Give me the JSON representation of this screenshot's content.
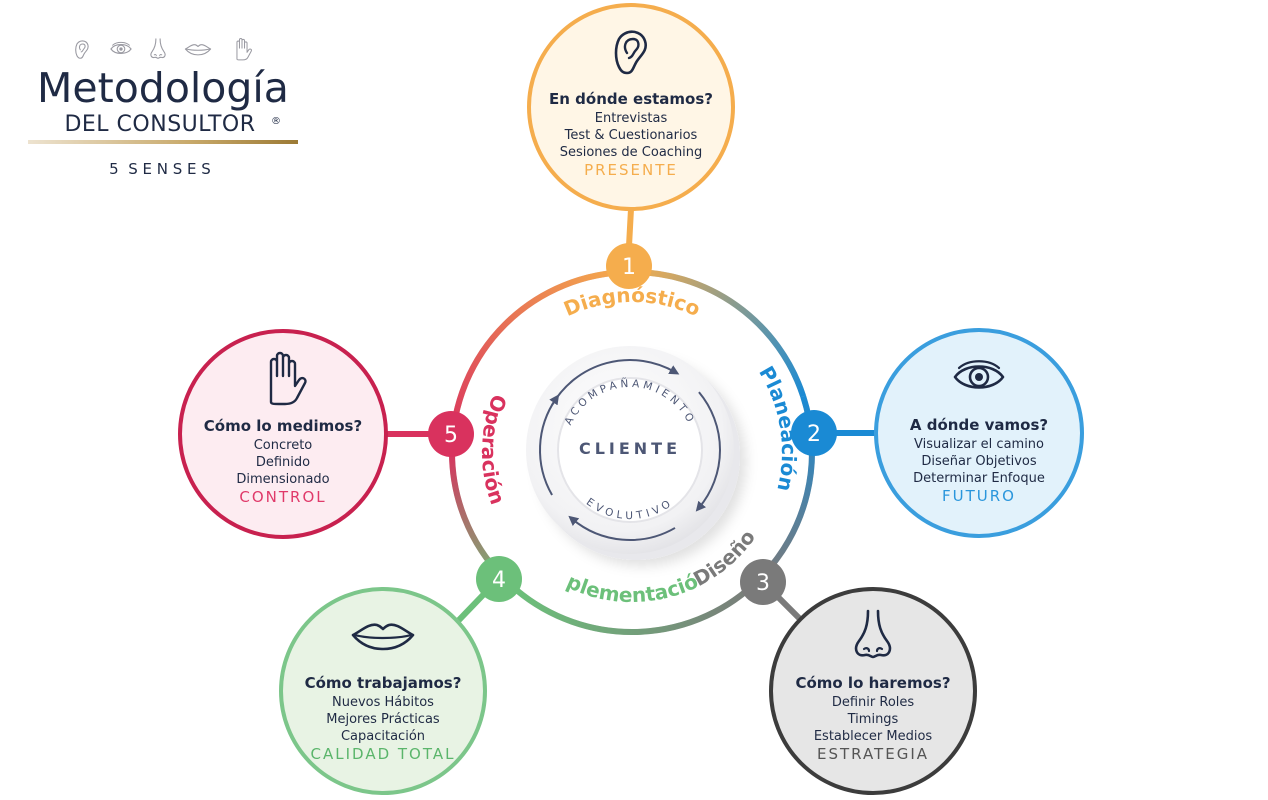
{
  "logo": {
    "title": "Metodología",
    "subtitle": "DEL CONSULTOR",
    "registered": "®",
    "tagline": "5  S E N S E S",
    "sense_icons": [
      "ear-icon",
      "eye-icon",
      "nose-icon",
      "lips-icon",
      "hand-icon"
    ]
  },
  "center": {
    "label": "CLIENTE",
    "arc_top": "ACOMPAÑAMIENTO",
    "arc_bottom": "EVOLUTIVO"
  },
  "phases": [
    {
      "number": "1",
      "name": "Diagnóstico",
      "icon": "ear-icon",
      "question": "En dónde estamos?",
      "items": [
        "Entrevistas",
        "Test & Cuestionarios",
        "Sesiones de Coaching"
      ],
      "tag": "PRESENTE",
      "color": "#f5ad4d",
      "fill": "#fff6e6",
      "border": "#f5ad4d",
      "tag_color": "#f5ad4d"
    },
    {
      "number": "2",
      "name": "Planeación",
      "icon": "eye-icon",
      "question": "A dónde vamos?",
      "items": [
        "Visualizar el camino",
        "Diseñar Objetivos",
        "Determinar Enfoque"
      ],
      "tag": "FUTURO",
      "color": "#1a8ad4",
      "fill": "#e2f2fb",
      "border": "#3a9ede",
      "tag_color": "#2a96dc"
    },
    {
      "number": "3",
      "name": "Diseño",
      "icon": "nose-icon",
      "question": "Cómo lo haremos?",
      "items": [
        "Definir Roles",
        "Timings",
        "Establecer Medios"
      ],
      "tag": "ESTRATEGIA",
      "color": "#7a7a7a",
      "fill": "#e6e6e6",
      "border": "#3c3c3c",
      "tag_color": "#555555"
    },
    {
      "number": "4",
      "name": "Implementación",
      "icon": "lips-icon",
      "question": "Cómo trabajamos?",
      "items": [
        "Nuevos Hábitos",
        "Mejores Prácticas",
        "Capacitación"
      ],
      "tag": "CALIDAD TOTAL",
      "color": "#6cc07a",
      "fill": "#e8f3e4",
      "border": "#7cc68a",
      "tag_color": "#5bb56b"
    },
    {
      "number": "5",
      "name": "Operación",
      "icon": "hand-icon",
      "question": "Cómo lo medimos?",
      "items": [
        "Concreto",
        "Definido",
        "Dimensionado"
      ],
      "tag": "CONTROL",
      "color": "#d9325e",
      "fill": "#fdecf1",
      "border": "#c8214f",
      "tag_color": "#e03a6a"
    }
  ]
}
